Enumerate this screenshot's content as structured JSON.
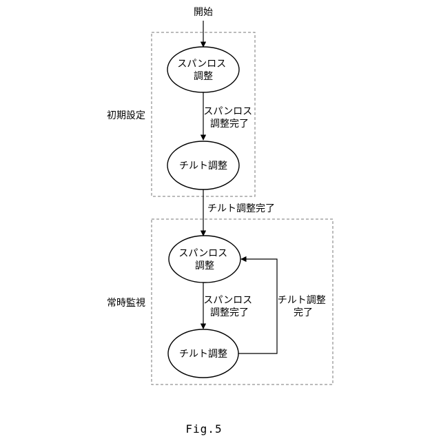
{
  "start_label": "開始",
  "groups": {
    "initial": {
      "label": "初期設定"
    },
    "monitor": {
      "label": "常時監視"
    }
  },
  "nodes": {
    "span_initial": [
      "スパンロス",
      "調整"
    ],
    "tilt_initial": [
      "チルト調整"
    ],
    "span_monitor": [
      "スパンロス",
      "調整"
    ],
    "tilt_monitor": [
      "チルト調整"
    ]
  },
  "edges": {
    "span_done_initial": [
      "スパンロス",
      "調整完了"
    ],
    "tilt_done_transition": [
      "チルト調整完了"
    ],
    "span_done_monitor": [
      "スパンロス",
      "調整完了"
    ],
    "tilt_done_loop": [
      "チルト調整",
      "完了"
    ]
  },
  "figure_caption": "Fig.5"
}
